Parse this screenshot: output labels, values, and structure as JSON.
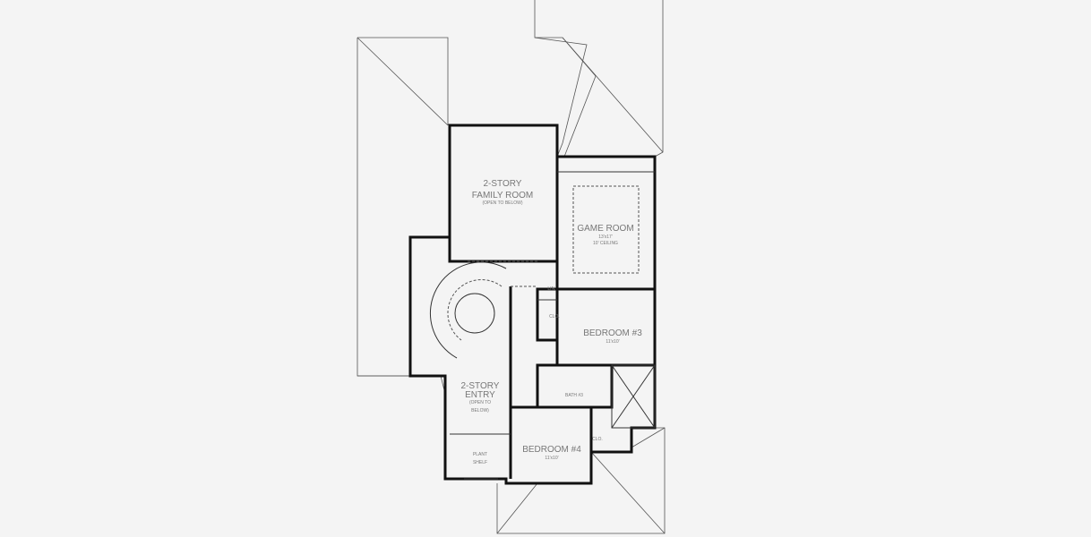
{
  "rooms": {
    "family": {
      "line1": "2-STORY",
      "line2": "FAMILY ROOM",
      "note": "(OPEN TO BELOW)"
    },
    "game": {
      "name": "GAME ROOM",
      "size": "13'x17'",
      "note": "10' CEILING"
    },
    "bed3": {
      "name": "BEDROOM #3",
      "size": "11'x10'"
    },
    "lin": "LIN.",
    "clo1": "CLO.",
    "bath3": "BATH #3",
    "entry": {
      "line1": "2-STORY",
      "line2": "ENTRY",
      "note1": "(OPEN TO",
      "note2": "BELOW)"
    },
    "plant": {
      "line1": "PLANT",
      "line2": "SHELF"
    },
    "bed4": {
      "name": "BEDROOM #4",
      "size": "11'x10'"
    },
    "clo2": "CLO."
  }
}
